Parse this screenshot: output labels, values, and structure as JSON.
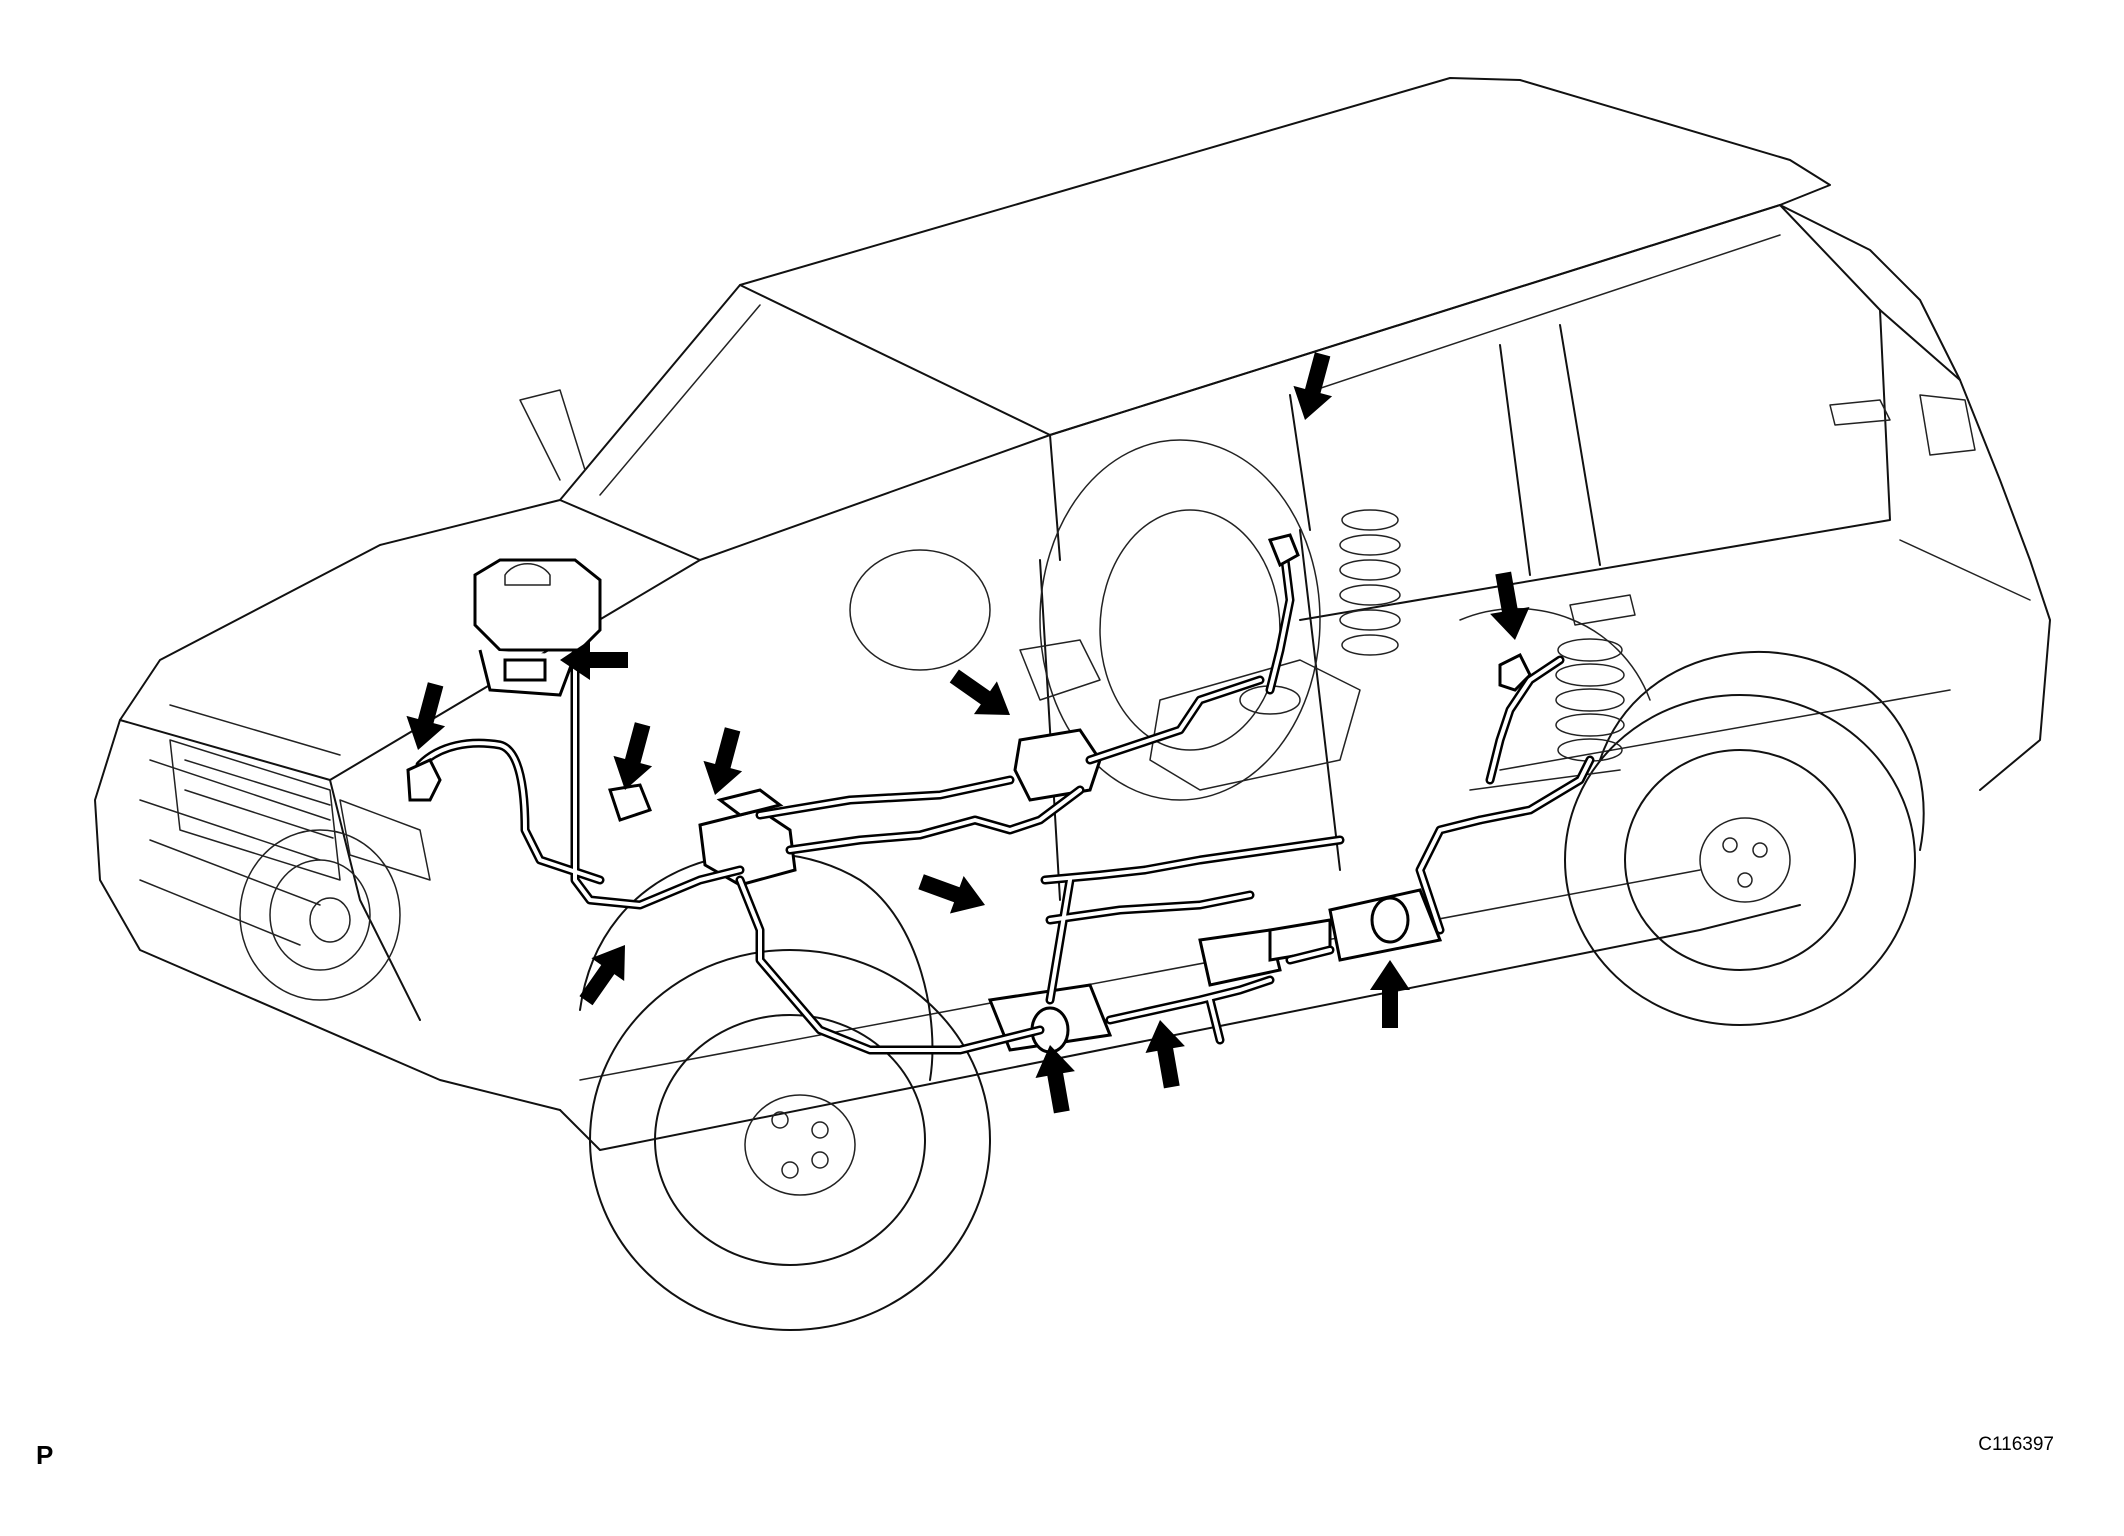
{
  "figure": {
    "page_letter": "P",
    "figure_id": "C116397"
  },
  "arrows": [
    {
      "target": "front-left-brake-hose-fitting",
      "direction_deg": 105
    },
    {
      "target": "master-cylinder-outlet",
      "direction_deg": 180
    },
    {
      "target": "pipe-joint-left-1",
      "direction_deg": 105
    },
    {
      "target": "pipe-joint-left-2",
      "direction_deg": 105
    },
    {
      "target": "actuator-inlet",
      "direction_deg": 35
    },
    {
      "target": "center-union",
      "direction_deg": 20
    },
    {
      "target": "front-suspension-union",
      "direction_deg": -55
    },
    {
      "target": "rear-valve-fitting",
      "direction_deg": -100
    },
    {
      "target": "underbody-union-1",
      "direction_deg": -100
    },
    {
      "target": "underbody-union-2",
      "direction_deg": -90
    },
    {
      "target": "rear-left-hose-fitting",
      "direction_deg": 105
    },
    {
      "target": "rear-right-hose-fitting",
      "direction_deg": 80
    }
  ]
}
